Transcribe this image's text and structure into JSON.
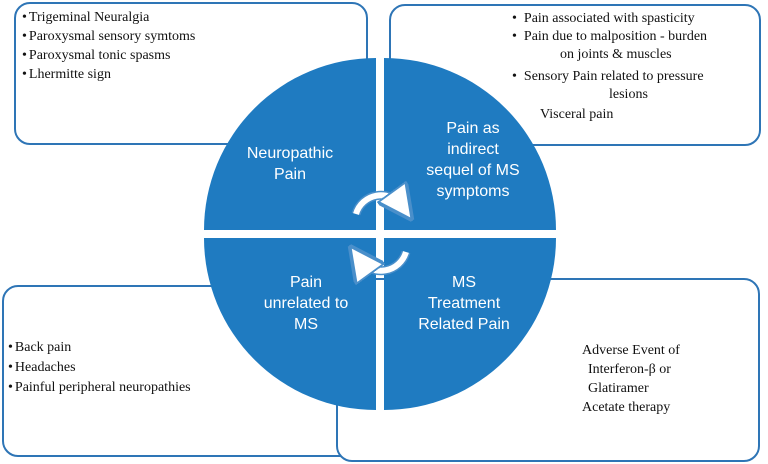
{
  "colors": {
    "quadrant_fill": "#1f7bc1",
    "border": "#2e75b6",
    "arrow_fill": "#ffffff",
    "arrow_stroke": "#4a8fca"
  },
  "quadrants": {
    "top_left": {
      "label_lines": [
        "Neuropathic",
        "Pain"
      ]
    },
    "top_right": {
      "label_lines": [
        "Pain as",
        "indirect",
        "sequel of MS",
        "symptoms"
      ]
    },
    "bottom_left": {
      "label_lines": [
        "Pain",
        "unrelated to",
        "MS"
      ]
    },
    "bottom_right": {
      "label_lines": [
        "MS",
        "Treatment",
        "Related Pain"
      ]
    }
  },
  "boxes": {
    "top_left_items": [
      "Trigeminal Neuralgia",
      "Paroxysmal sensory symtoms",
      "Paroxysmal tonic spasms",
      "Lhermitte sign"
    ],
    "top_right_items": [
      "Pain associated with spasticity",
      "Pain due to malposition - burden",
      "on joints & muscles",
      "Sensory Pain related to pressure",
      "lesions",
      "Visceral pain"
    ],
    "bottom_left_items": [
      "Back pain",
      "Headaches",
      "Painful peripheral neuropathies"
    ],
    "bottom_right_lines": [
      "Adverse Event of",
      "Interferon-β or",
      "Glatiramer",
      "Acetate therapy"
    ]
  }
}
